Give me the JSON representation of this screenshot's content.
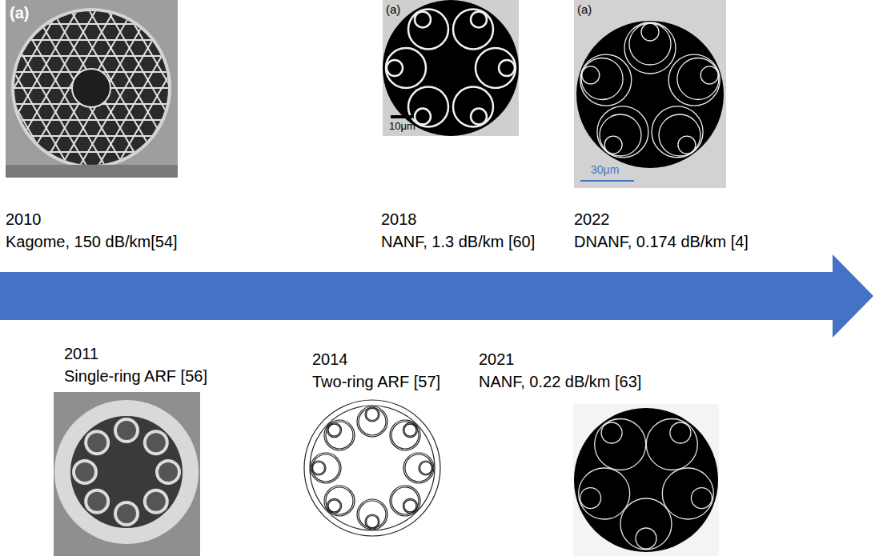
{
  "diagram": {
    "labels": [
      "(a)",
      "(a)",
      "10μm",
      "(a)",
      "30μm",
      "2010",
      "Kagome, 150 dB/km[54]",
      "2018",
      "NANF, 1.3 dB/km [60]",
      "2022",
      "DNANF, 0.174 dB/km [4]",
      "2011",
      "Single-ring ARF [56]",
      "2014",
      "Two-ring ARF [57]",
      "2021",
      "NANF, 0.22 dB/km [63]"
    ]
  }
}
